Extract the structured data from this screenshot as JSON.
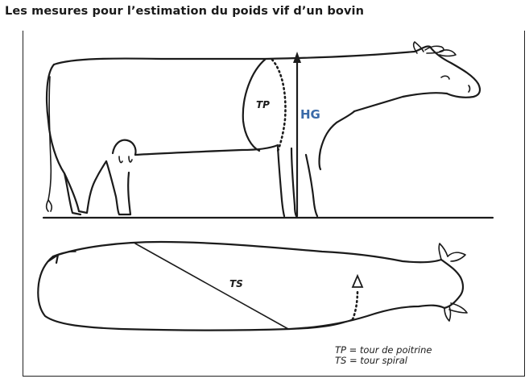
{
  "title": "Les mesures pour l’estimation du poids vif d’un bovin",
  "labels": {
    "tp": "TP",
    "hg": "HG",
    "ts": "TS"
  },
  "legend": {
    "tp": "TP = tour de poitrine",
    "ts": "TS = tour spiral"
  },
  "colors": {
    "hg": "#3a6aa8",
    "ink": "#1b1b1b"
  }
}
